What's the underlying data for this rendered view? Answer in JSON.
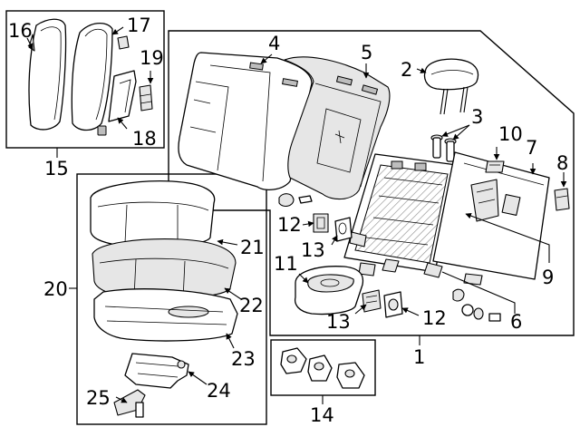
{
  "diagram": {
    "callouts": {
      "c1": "1",
      "c2": "2",
      "c3": "3",
      "c4": "4",
      "c5": "5",
      "c6": "6",
      "c7": "7",
      "c8": "8",
      "c9": "9",
      "c10": "10",
      "c11": "11",
      "c12a": "12",
      "c12b": "12",
      "c13a": "13",
      "c13b": "13",
      "c14": "14",
      "c15": "15",
      "c16": "16",
      "c17": "17",
      "c18": "18",
      "c19": "19",
      "c20": "20",
      "c21": "21",
      "c22": "22",
      "c23": "23",
      "c24": "24",
      "c25": "25"
    }
  }
}
